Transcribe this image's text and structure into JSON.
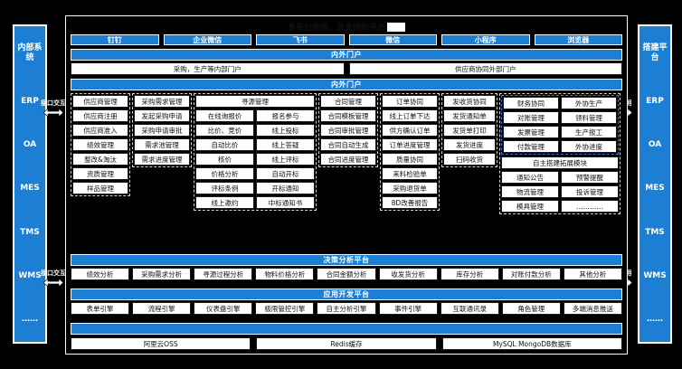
{
  "title": {
    "text": "多平台使用，且支持跨平台",
    "has_cursor_block": true
  },
  "left_rail": {
    "items": [
      "内部系统",
      "ERP",
      "OA",
      "MES",
      "TMS",
      "WMS",
      "……"
    ]
  },
  "right_rail": {
    "items": [
      "搭建平台",
      "ERP",
      "OA",
      "MES",
      "TMS",
      "WMS",
      "……"
    ]
  },
  "connectors": {
    "left_top": "接口交互",
    "left_bottom": "接口交互",
    "right_top": "调度用",
    "right_bottom": "调度用",
    "arrow_glyph": "⟷"
  },
  "clients": [
    "钉钉",
    "企业微信",
    "飞书",
    "微信",
    "小程序",
    "浏览器"
  ],
  "portal_bar_1": "内外门户",
  "portals": [
    "采购，生产等内部门户",
    "供应商协同外部门户"
  ],
  "portal_bar_2": "内外门户",
  "modules": [
    {
      "name": "supplier",
      "header": "供应商管理",
      "items": [
        "供应商注册",
        "供应商准入",
        "绩效管理",
        "整改&淘汰",
        "资质管理",
        "样品管理"
      ]
    },
    {
      "name": "purchase-demand",
      "header": "采购需求管理",
      "items": [
        "发起采购申请",
        "采购申请审批",
        "需求池管理",
        "需求进度管理"
      ]
    },
    {
      "name": "sourcing",
      "header": "寻源管理",
      "span": 2,
      "columns": [
        [
          "在线询报价",
          "比价、竞价",
          "自动比价",
          "核价",
          "价格分析",
          "评标条例",
          "线上邀约"
        ],
        [
          "报名参与",
          "线上投标",
          "线上答疑",
          "线上评标",
          "自动开标",
          "开标通知",
          "中标通知书"
        ]
      ]
    },
    {
      "name": "contract",
      "header": "合同管理",
      "items": [
        "合同模板管理",
        "合同审批管理",
        "合同自动生成",
        "合同进度管理"
      ]
    },
    {
      "name": "order",
      "header": "订单协同",
      "items": [
        "线上订单下达",
        "供方确认订单",
        "订单进度管理",
        "质量协同",
        "来料检验单",
        "采购退货单",
        "8D改善报告"
      ]
    },
    {
      "name": "delivery",
      "header": "发收货协同",
      "items": [
        "发货通知单",
        "发货单打印",
        "发货进度",
        "扫码收货"
      ]
    }
  ],
  "right_modules": {
    "finance": {
      "header": "财务协同",
      "items": [
        "对账管理",
        "发票管理",
        "付款管理"
      ]
    },
    "outsourcing": {
      "header": "外协生产",
      "items": [
        "领料管理",
        "生产报工",
        "外协进度"
      ]
    },
    "extension_header": "自主搭建拓展模块",
    "extension_grid": [
      [
        "通知公告",
        "预警提醒"
      ],
      [
        "物流管理",
        "投诉管理"
      ],
      [
        "模具管理",
        "…………"
      ]
    ]
  },
  "decision_platform": {
    "header": "决策分析平台",
    "items": [
      "绩效分析",
      "采购需求分析",
      "寻源过程分析",
      "物料价格分析",
      "合同金额分析",
      "收发货分析",
      "库存分析",
      "对账付款分析",
      "其他分析"
    ]
  },
  "app_platform": {
    "header": "应用开发平台",
    "items": [
      "表单引擎",
      "流程引擎",
      "仪表盘引擎",
      "极限管控引擎",
      "自主分析引擎",
      "事件引擎",
      "互联通讯录",
      "角色管理",
      "多端消息推送"
    ]
  },
  "infra": {
    "header": "",
    "items": [
      "阿里云OSS",
      "Redis缓存",
      "MySQL MongoDB数据库"
    ]
  },
  "colors": {
    "brand_blue": "#1d7fd4",
    "background": "#000000",
    "box_white": "#ffffff"
  }
}
